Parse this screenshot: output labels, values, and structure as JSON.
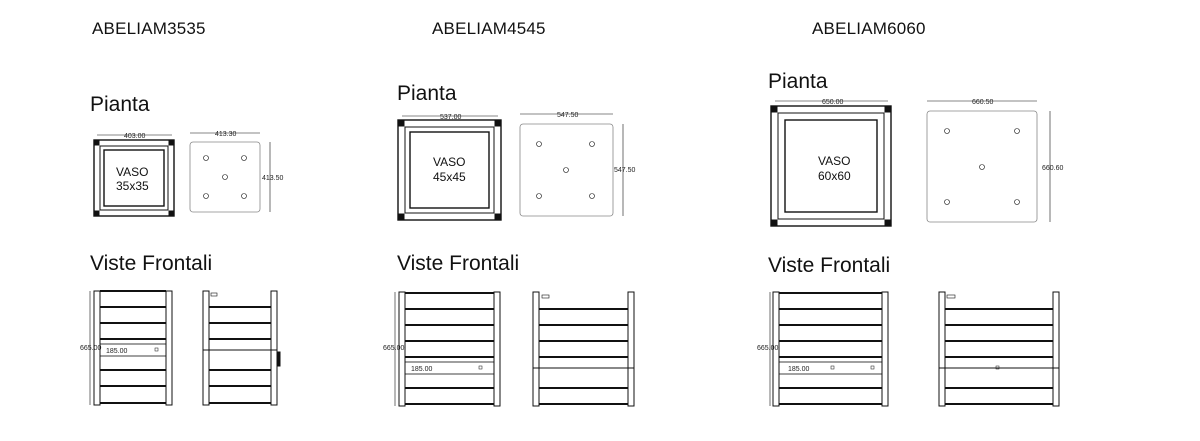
{
  "sections": {
    "plan_label": "Pianta",
    "front_label": "Viste Frontali"
  },
  "models": [
    {
      "code": "ABELIAM3535",
      "vaso_label": "VASO",
      "vaso_size": "35x35",
      "plan_width": "403.00",
      "base_width": "413.30",
      "base_height": "413.50",
      "front_height": "665.00",
      "front_inner": "185.00"
    },
    {
      "code": "ABELIAM4545",
      "vaso_label": "VASO",
      "vaso_size": "45x45",
      "plan_width": "537.00",
      "base_width": "547.50",
      "base_height": "547.50",
      "front_height": "665.00",
      "front_inner": "185.00"
    },
    {
      "code": "ABELIAM6060",
      "vaso_label": "VASO",
      "vaso_size": "60x60",
      "plan_width": "650.00",
      "base_width": "660.50",
      "base_height": "660.60",
      "front_height": "665.00",
      "front_inner": "185.00"
    }
  ]
}
